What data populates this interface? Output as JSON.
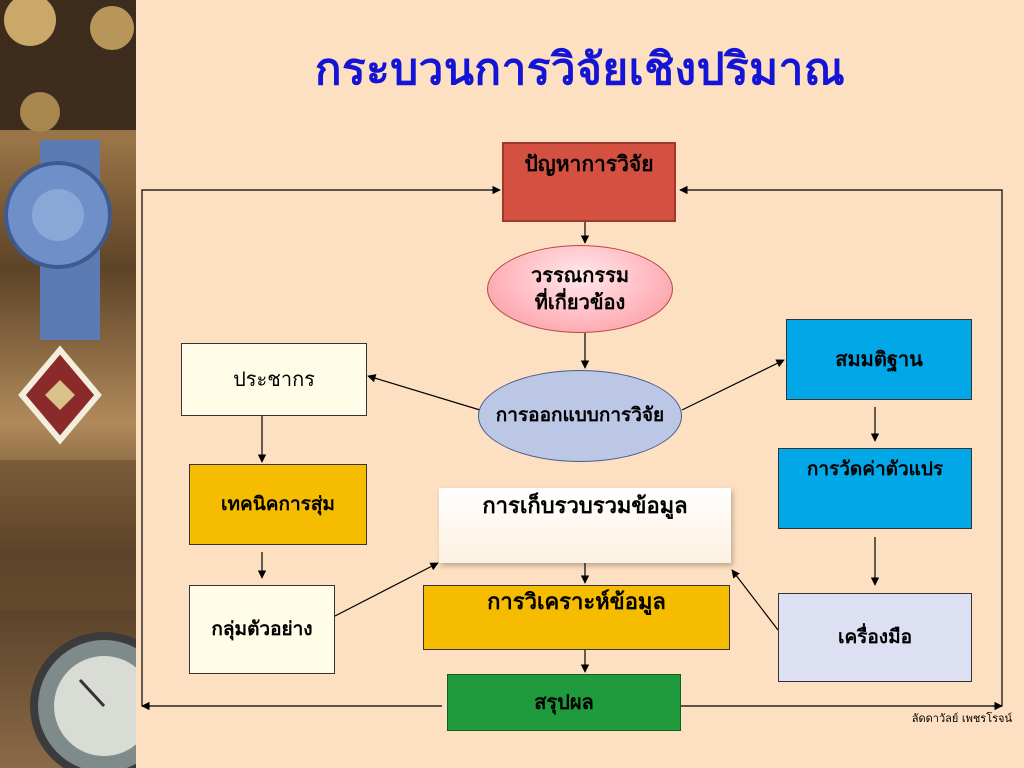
{
  "title": "กระบวนการวิจัยเชิงปริมาณ",
  "nodes": {
    "problem": "ปัญหาการวิจัย",
    "literature_line1": "วรรณกรรม",
    "literature_line2": "ที่เกี่ยวข้อง",
    "design": "การออกแบบการวิจัย",
    "population": "ประชากร",
    "sampling": "เทคนิคการสุ่ม",
    "sample": "กลุ่มตัวอย่าง",
    "collection": "การเก็บรวบรวมข้อมูล",
    "analysis": "การวิเคราะห์ข้อมูล",
    "conclusion": "สรุปผล",
    "hypothesis": "สมมติฐาน",
    "measurement": "การวัดค่าตัวแปร",
    "instrument": "เครื่องมือ"
  },
  "credit": "ลัดดาวัลย์ เพชรโรจน์",
  "colors": {
    "background": "#fde0c2",
    "title": "#1414d6",
    "problem": "#d45142",
    "literature": "#ffb5bc",
    "design": "#bcc7e6",
    "yellow": "#f6bd00",
    "blue": "#00a8e8",
    "green": "#1f9a3c",
    "instrument": "#dde0f2"
  }
}
